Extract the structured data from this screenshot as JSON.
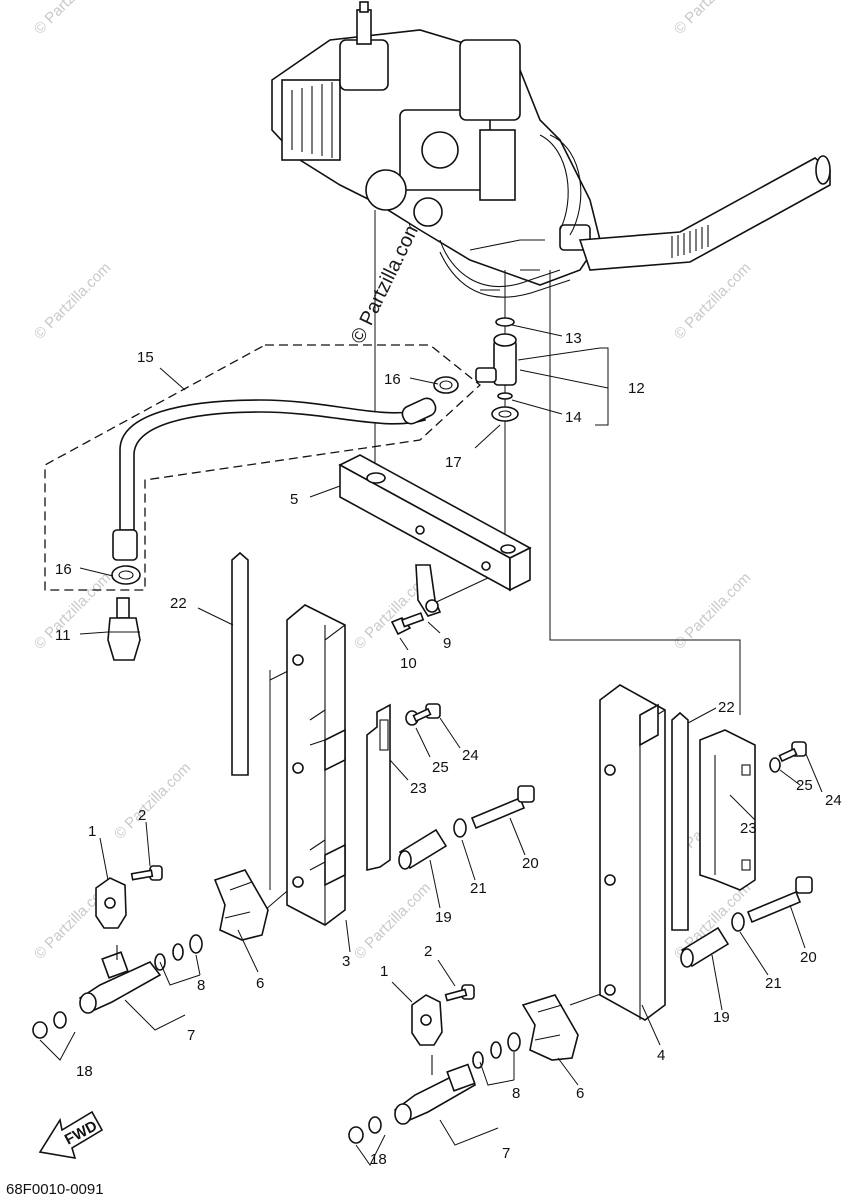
{
  "diagram": {
    "code": "68F0010-0091",
    "fwd_label": "FWD",
    "watermark": "© Partzilla.com",
    "watermark_main": "© Partzilla.com",
    "callouts": {
      "c1a": "1",
      "c1b": "1",
      "c2a": "2",
      "c2b": "2",
      "c3": "3",
      "c4": "4",
      "c5": "5",
      "c6a": "6",
      "c6b": "6",
      "c7a": "7",
      "c7b": "7",
      "c8a": "8",
      "c8b": "8",
      "c9": "9",
      "c10": "10",
      "c11": "11",
      "c12": "12",
      "c13": "13",
      "c14": "14",
      "c15": "15",
      "c16a": "16",
      "c16b": "16",
      "c17": "17",
      "c18a": "18",
      "c18b": "18",
      "c19a": "19",
      "c19b": "19",
      "c20a": "20",
      "c20b": "20",
      "c21a": "21",
      "c21b": "21",
      "c22a": "22",
      "c22b": "22",
      "c23a": "23",
      "c23b": "23",
      "c24a": "24",
      "c24b": "24",
      "c25a": "25",
      "c25b": "25"
    }
  }
}
